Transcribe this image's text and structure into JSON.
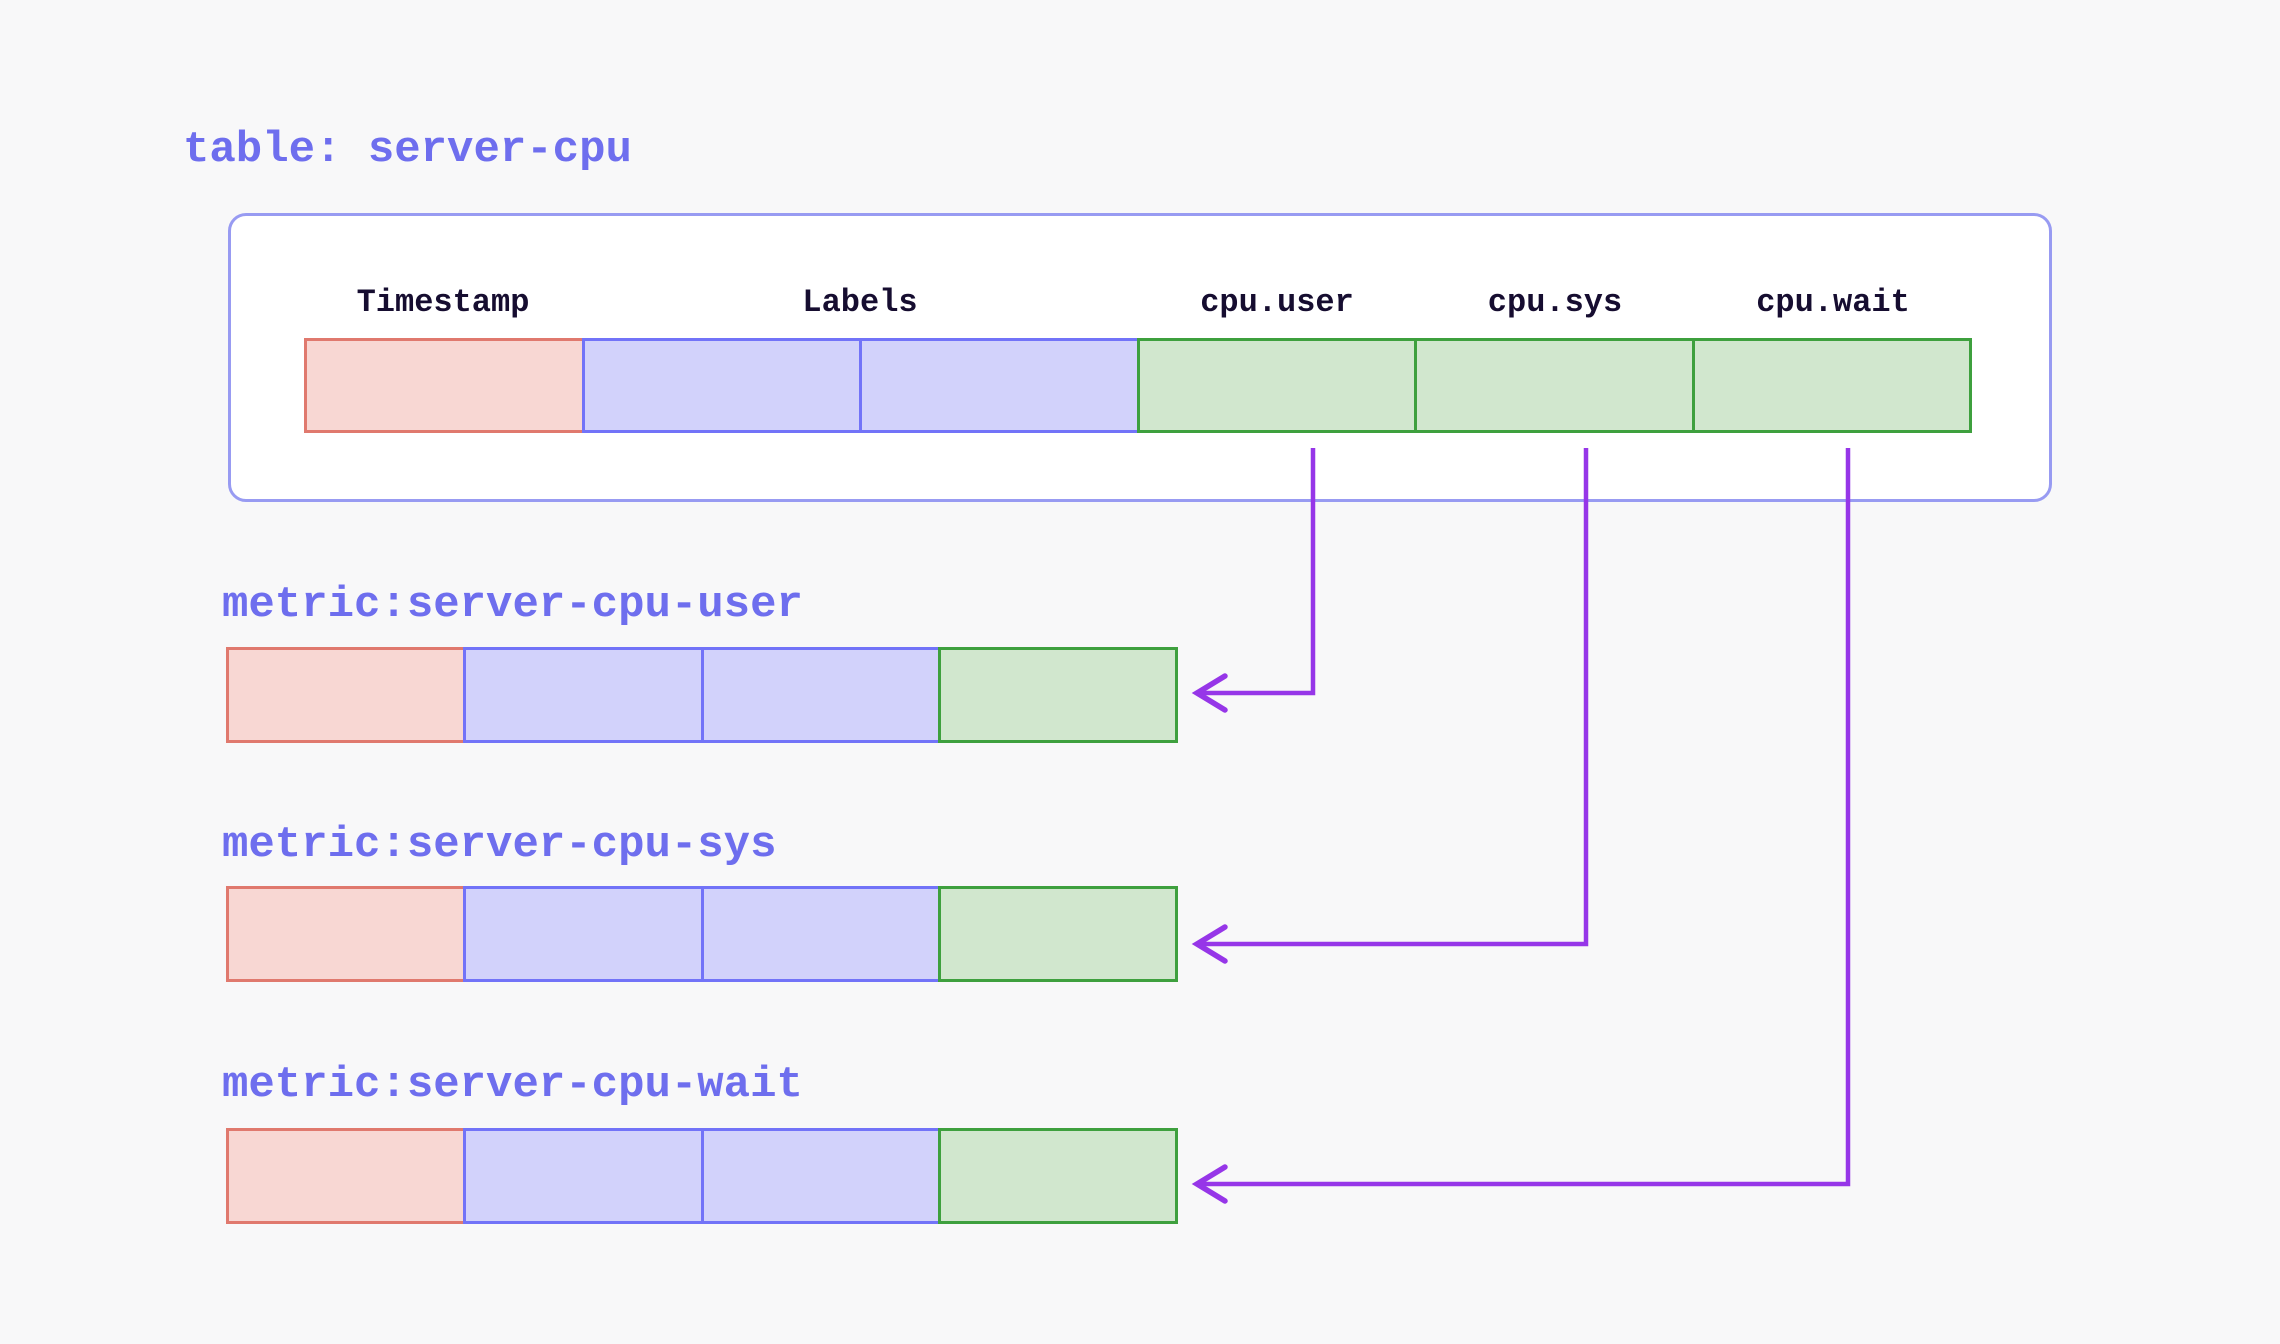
{
  "colors": {
    "page_bg": "#f8f8f9",
    "accent_text": "#6e6eee",
    "header_text": "#160d30",
    "box_bg": "#ffffff",
    "box_border": "#989bf2",
    "timestamp_fill": "#f8d7d3",
    "timestamp_border": "#e0796e",
    "labels_fill": "#d2d2fb",
    "labels_border": "#7273f8",
    "field_fill": "#d1e7ce",
    "field_border": "#3ea03e",
    "arrow": "#9636e8"
  },
  "table": {
    "title": "table: server-cpu",
    "columns": [
      {
        "label": "Timestamp",
        "type": "timestamp"
      },
      {
        "label": "Labels",
        "type": "labels"
      },
      {
        "label": "cpu.user",
        "type": "field"
      },
      {
        "label": "cpu.sys",
        "type": "field"
      },
      {
        "label": "cpu.wait",
        "type": "field"
      }
    ],
    "cells": [
      "timestamp",
      "labels",
      "labels",
      "field",
      "field",
      "field"
    ]
  },
  "metrics": [
    {
      "title": "metric:server-cpu-user",
      "source_column": "cpu.user",
      "cells": [
        "timestamp",
        "labels",
        "labels",
        "field"
      ]
    },
    {
      "title": "metric:server-cpu-sys",
      "source_column": "cpu.sys",
      "cells": [
        "timestamp",
        "labels",
        "labels",
        "field"
      ]
    },
    {
      "title": "metric:server-cpu-wait",
      "source_column": "cpu.wait",
      "cells": [
        "timestamp",
        "labels",
        "labels",
        "field"
      ]
    }
  ]
}
